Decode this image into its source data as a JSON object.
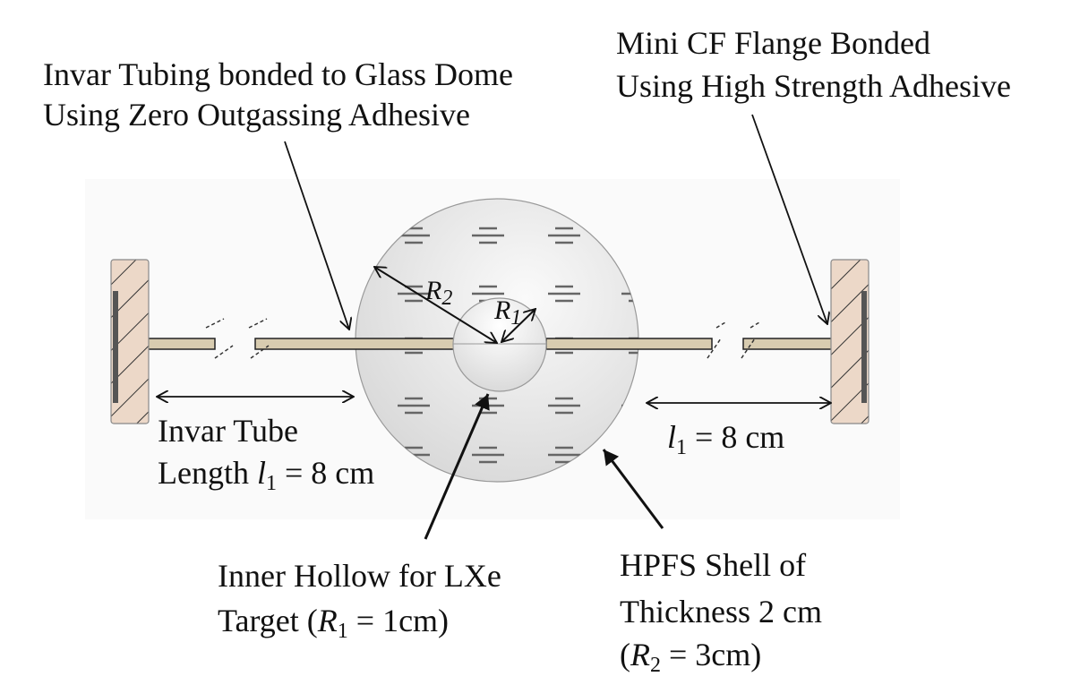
{
  "labels": {
    "invar_bond_line1": "Invar Tubing bonded to Glass Dome",
    "invar_bond_line2": "Using Zero Outgassing Adhesive",
    "flange_line1": "Mini CF Flange Bonded",
    "flange_line2": "Using High Strength Adhesive",
    "tube_line1": "Invar Tube",
    "tube_line2_prefix": "Length ",
    "length_var": "l",
    "length_sub": "1",
    "length_value": " = 8 cm",
    "inner_line1": "Inner Hollow for LXe",
    "inner_line2_prefix": "Target  (",
    "r1_var": "R",
    "r1_sub": "1",
    "inner_line2_value": " = 1cm)",
    "shell_line1": "HPFS Shell of",
    "shell_line2": "Thickness 2 cm",
    "shell_line3_prefix": "(",
    "r2_var": "R",
    "r2_sub": "2",
    "shell_line3_value": " = 3cm)"
  },
  "colors": {
    "flange": "#ecd8c8",
    "shell": "#e4e4e4",
    "tube": "#d8ccb0"
  }
}
